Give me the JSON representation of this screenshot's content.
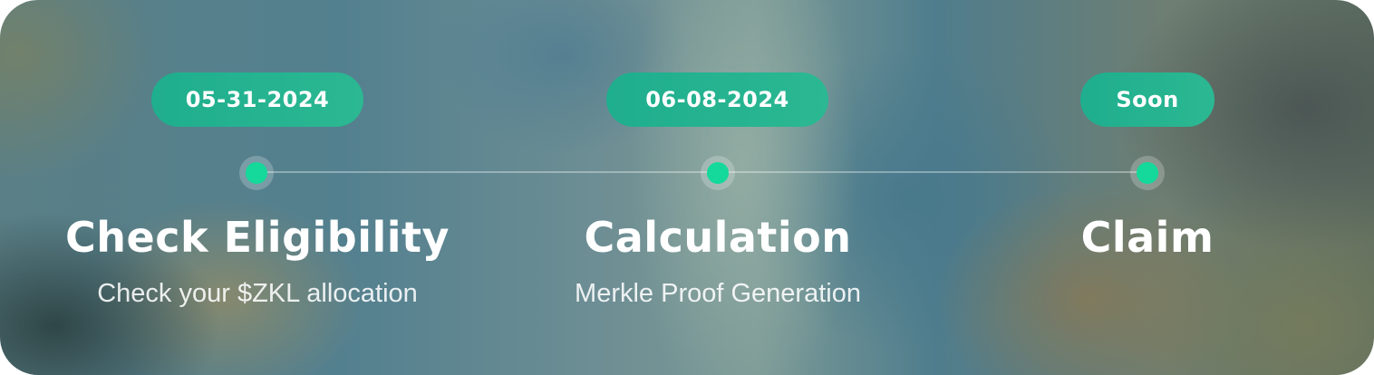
{
  "timeline": {
    "steps": [
      {
        "date": "05-31-2024",
        "title": "Check Eligibility",
        "subtitle": "Check your $ZKL allocation"
      },
      {
        "date": "06-08-2024",
        "title": "Calculation",
        "subtitle": "Merkle Proof Generation"
      },
      {
        "date": "Soon",
        "title": "Claim",
        "subtitle": ""
      }
    ]
  },
  "colors": {
    "pill": "#21b08f",
    "dot": "#14d99a",
    "text": "#ffffff"
  }
}
